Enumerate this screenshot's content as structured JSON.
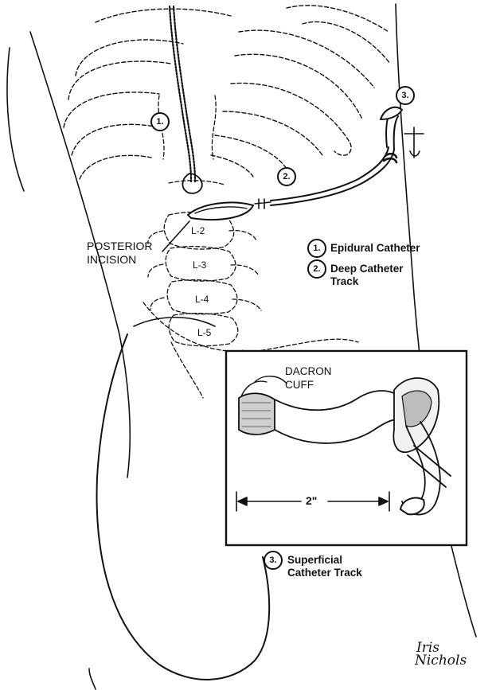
{
  "figure": {
    "callouts": {
      "one": "1.",
      "two": "2.",
      "three": "3."
    },
    "labels": {
      "posterior_incision_line1": "POSTERIOR",
      "posterior_incision_line2": "INCISION",
      "vertebra_l2": "L-2",
      "vertebra_l3": "L-3",
      "vertebra_l4": "L-4",
      "vertebra_l5": "L-5"
    },
    "legend": [
      {
        "number": "1.",
        "line1": "Epidural Catheter",
        "line2": ""
      },
      {
        "number": "2.",
        "line1": "Deep Catheter",
        "line2": "Track"
      }
    ],
    "inset": {
      "cuff_line1": "DACRON",
      "cuff_line2": "CUFF",
      "measure": "2\""
    },
    "caption": {
      "number": "3.",
      "line1": "Superficial",
      "line2": "Catheter Track"
    },
    "signature": {
      "line1": "Iris",
      "line2": "Nichols"
    }
  }
}
